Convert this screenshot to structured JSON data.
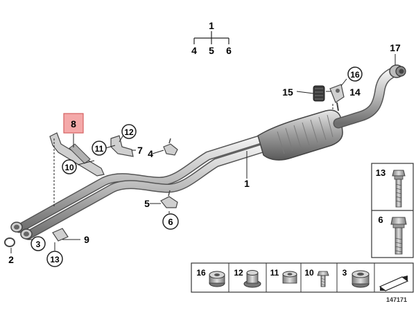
{
  "callouts": {
    "c1_top": "1",
    "c4_top": "4",
    "c5_top": "5",
    "c6_top": "6",
    "c17": "17",
    "c16": "16",
    "c15": "15",
    "c14": "14",
    "c8": "8",
    "c12": "12",
    "c11": "11",
    "c7": "7",
    "c10": "10",
    "c4_mid": "4",
    "c1_mid": "1",
    "c5_mid": "5",
    "c6_mid": "6",
    "c9": "9",
    "c3": "3",
    "c2": "2",
    "c13": "13"
  },
  "side_panel": {
    "top_label": "13",
    "bottom_label": "6"
  },
  "parts_strip": {
    "items": [
      "16",
      "12",
      "11",
      "10",
      "3"
    ]
  },
  "diagram_id": "147171",
  "colors": {
    "highlight_fill": "#f4a9a9",
    "highlight_stroke": "#d46060",
    "pipe_light": "#d9d9d9",
    "pipe_dark": "#8f8f8f",
    "line": "#222222"
  }
}
